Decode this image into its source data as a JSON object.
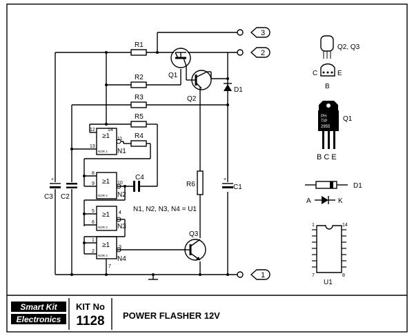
{
  "footer": {
    "logo_line1": "Smart Kit",
    "logo_line2": "Electronics",
    "kit_label": "KIT No",
    "kit_number": "1128",
    "title": "POWER FLASHER 12V"
  },
  "components": {
    "R1": "R1",
    "R2": "R2",
    "R3": "R3",
    "R4": "R4",
    "R5": "R5",
    "R6": "R6",
    "C1": "C1",
    "C2": "C2",
    "C3": "C3",
    "C4": "C4",
    "Q1": "Q1",
    "Q2": "Q2",
    "Q3": "Q3",
    "D1": "D1",
    "N1": "N1",
    "N2": "N2",
    "N3": "N3",
    "N4": "N4"
  },
  "gate_symbol": "≥1",
  "gate_names": [
    "NOR 1",
    "NOR 2",
    "NOR 3",
    "NOR 4"
  ],
  "gate_note": "N1, N2, N3, N4 = U1",
  "terminals": [
    "3",
    "2",
    "1"
  ],
  "pins": {
    "n1_12": "12",
    "n1_13": "13",
    "n1_14": "14",
    "n1_11": "11",
    "n2_8": "8",
    "n2_9": "9",
    "n2_10": "10",
    "n3_5": "5",
    "n3_6": "6",
    "n3_4": "4",
    "n4_1": "1",
    "n4_2": "2",
    "n4_3": "3",
    "n4_7": "7"
  },
  "plus_sign": "+",
  "legend": {
    "q23_label": "Q2, Q3",
    "to92_c": "C",
    "to92_b": "B",
    "to92_e": "E",
    "q1_label": "Q1",
    "to220_lines": [
      "PH",
      "TIP",
      "2955"
    ],
    "to220_pins": "B C E",
    "d1_label": "D1",
    "anode": "A",
    "kathode": "K",
    "ic_pin1": "1",
    "ic_pin14": "14",
    "ic_pin7": "7",
    "ic_pin8": "8",
    "u1_label": "U1"
  }
}
